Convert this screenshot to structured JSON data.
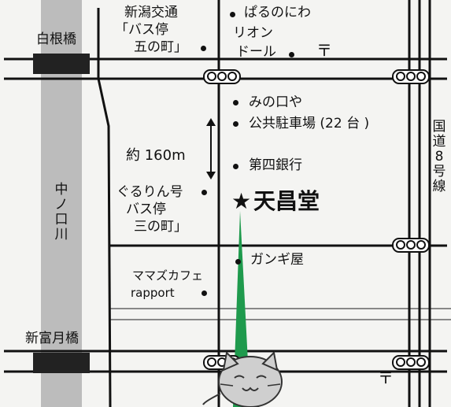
{
  "bridges": {
    "top": "白根橋",
    "bottom": "新富月橋"
  },
  "river": {
    "label_chars": [
      "中",
      "ノ",
      "口",
      "川"
    ]
  },
  "route": {
    "label_chars": [
      "国",
      "道",
      "8",
      "号",
      "線"
    ]
  },
  "distance": "約 160m",
  "places": {
    "bus_stop_niigata": [
      "新潟交通",
      "「バス停",
      "五の町」"
    ],
    "paru_no_niwa": "ぱるのにわ",
    "rion_dore": [
      "リオン",
      "ドール"
    ],
    "minoguchiya": "みの口や",
    "parking": "公共駐車場 (22 台 )",
    "bank": "第四銀行",
    "gururin": [
      "ぐるりん号",
      "バス停",
      "三の町」"
    ],
    "tenshodo": "天昌堂",
    "ganjiya": "ガンギ屋",
    "cafe": [
      "ママズカフェ",
      "rapport"
    ]
  },
  "icons": {
    "post_office": "〒",
    "star": "★"
  },
  "colors": {
    "road": "#111111",
    "river": "#bcbcbc",
    "path": "#1f9a4d",
    "background": "#f4f4f2"
  }
}
